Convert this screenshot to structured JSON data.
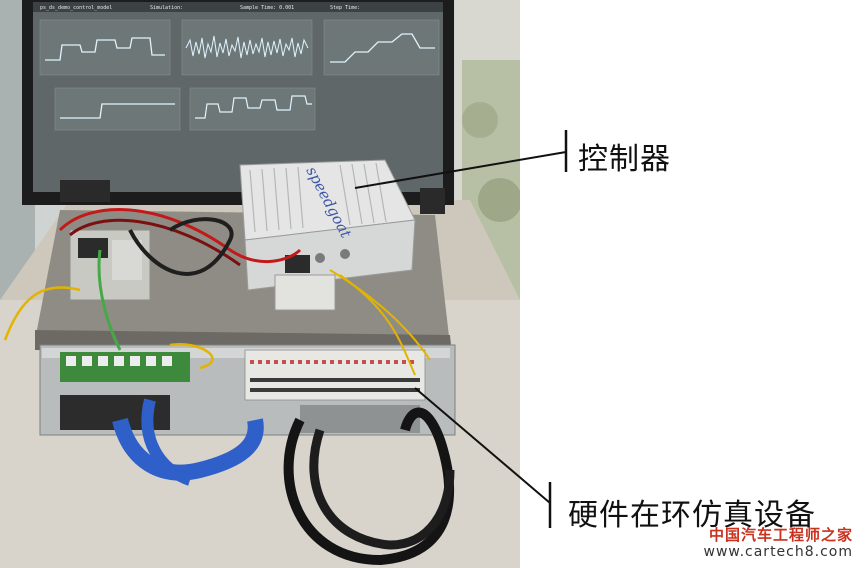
{
  "labels": {
    "controller": "控制器",
    "hil_device": "硬件在环仿真设备"
  },
  "device": {
    "brand": "speedgoat"
  },
  "watermark": {
    "site_cn": "中国汽车工程师之家",
    "url": "www.cartech8.com"
  },
  "colors": {
    "monitor_bezel": "#1c1c1c",
    "screen_bg": "#5f6768",
    "trace": "#dff4ff",
    "cable_yellow": "#e2b400",
    "cable_red": "#c21a1a",
    "ribbon_blue": "#2f5fc9",
    "watermark_red": "#c8321e"
  }
}
